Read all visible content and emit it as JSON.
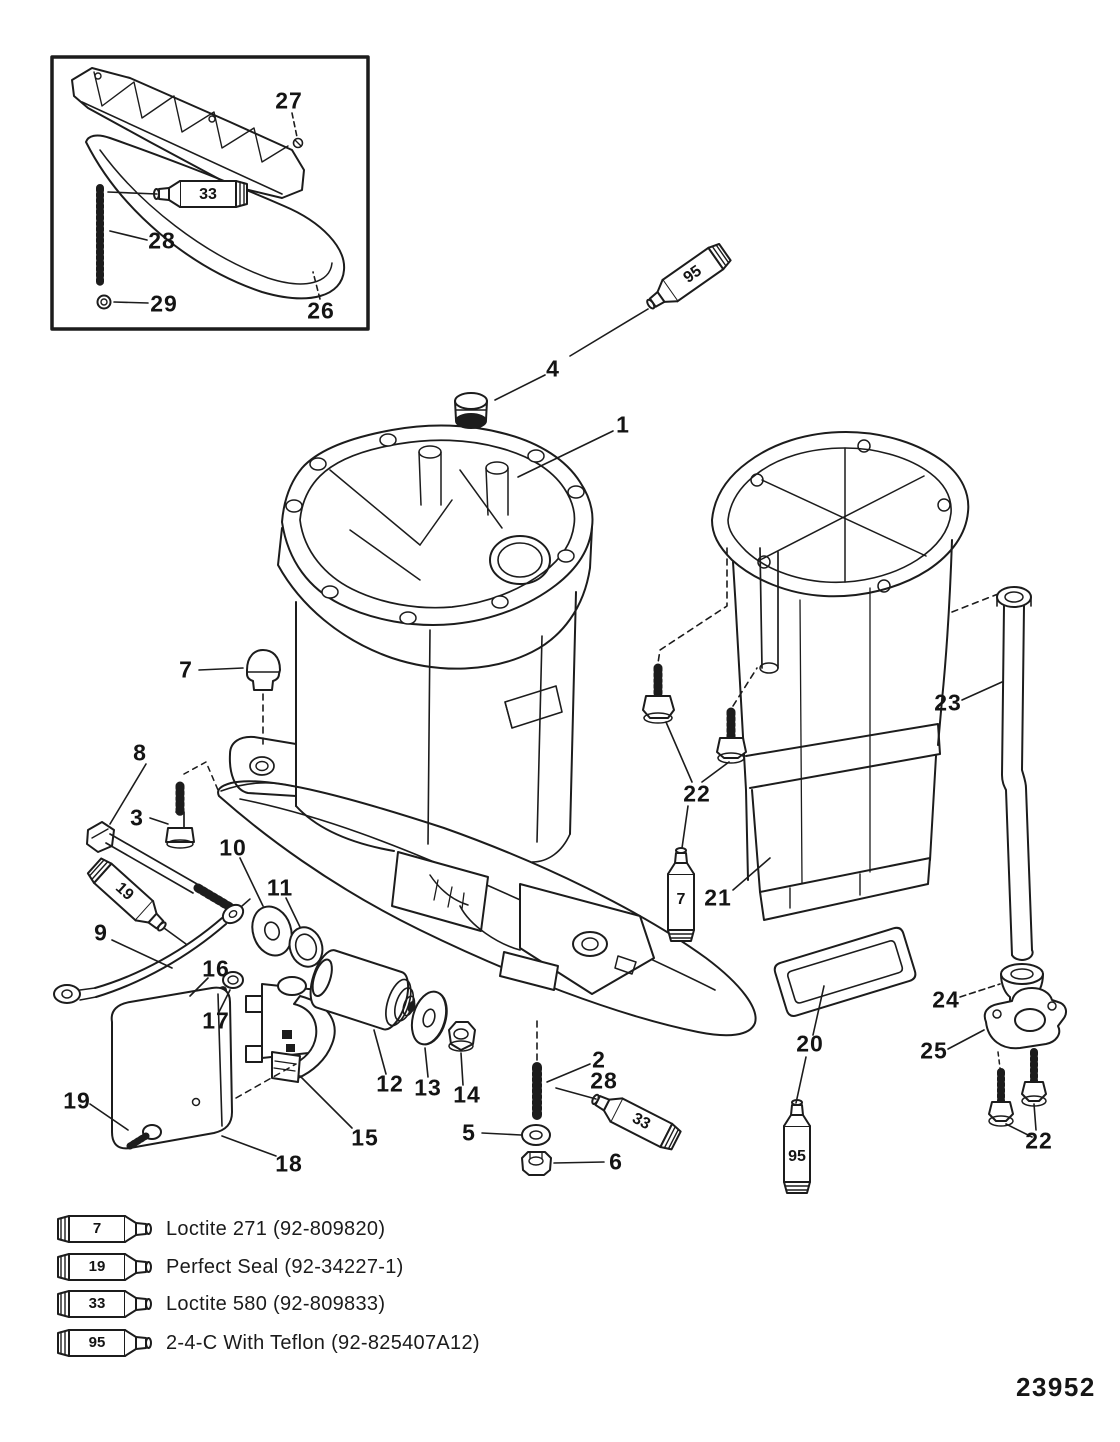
{
  "drawing_number": "23952",
  "callouts": [
    "27",
    "28",
    "29",
    "26",
    "33",
    "95",
    "4",
    "1",
    "7",
    "8",
    "3",
    "10",
    "11",
    "19",
    "9",
    "16",
    "17",
    "12",
    "13",
    "14",
    "5",
    "15",
    "18",
    "19",
    "6",
    "2",
    "28",
    "33",
    "22",
    "7",
    "21",
    "20",
    "95",
    "23",
    "24",
    "25",
    "22"
  ],
  "legend": {
    "rows": [
      {
        "tube": "7",
        "text": "Loctite 271 (92-809820)"
      },
      {
        "tube": "19",
        "text": "Perfect Seal (92-34227-1)"
      },
      {
        "tube": "33",
        "text": "Loctite 580 (92-809833)"
      },
      {
        "tube": "95",
        "text": "2-4-C With Teflon (92-825407A12)"
      }
    ]
  }
}
